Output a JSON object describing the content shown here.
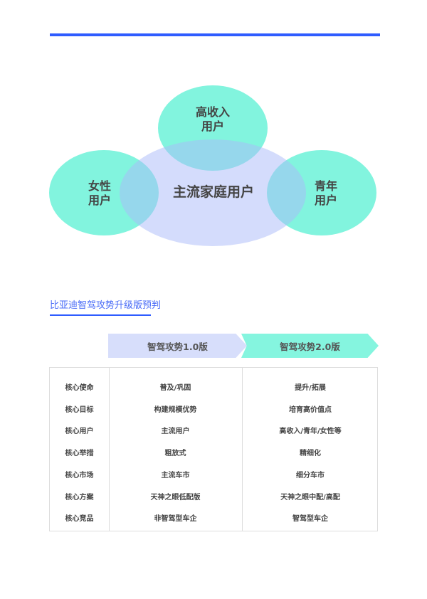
{
  "venn": {
    "top": [
      "高收入",
      "用户"
    ],
    "left": [
      "女性",
      "用户"
    ],
    "right": [
      "青年",
      "用户"
    ],
    "center": "主流家庭用户"
  },
  "section_title": "比亚迪智驾攻势升级版预判",
  "versions": [
    "智驾攻势1.0版",
    "智驾攻势2.0版"
  ],
  "rows": [
    {
      "label": "核心使命",
      "v1": "普及/巩固",
      "v2": "提升/拓展"
    },
    {
      "label": "核心目标",
      "v1": "构建规模优势",
      "v2": "培育高价值点"
    },
    {
      "label": "核心用户",
      "v1": "主流用户",
      "v2": "高收入/青年/女性等"
    },
    {
      "label": "核心举措",
      "v1": "粗放式",
      "v2": "精细化"
    },
    {
      "label": "核心市场",
      "v1": "主流车市",
      "v2": "细分车市"
    },
    {
      "label": "核心方案",
      "v1": "天神之眼低配版",
      "v2": "天神之眼中配/高配"
    },
    {
      "label": "核心竞品",
      "v1": "非智驾型车企",
      "v2": "智驾型车企"
    }
  ],
  "colors": {
    "accent": "#2f5cff",
    "mint": "#85f5df",
    "lavender": "#d7defb"
  }
}
